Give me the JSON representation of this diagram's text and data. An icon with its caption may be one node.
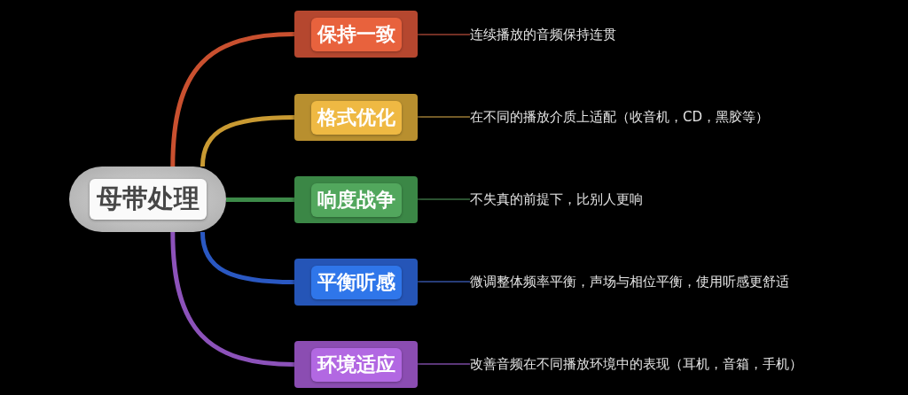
{
  "diagram": {
    "nodes": [
      {
        "text": [
          "母带处理"
        ]
      },
      {
        "text": [
          "保持一致"
        ]
      },
      {
        "text": [
          "连续播放的音频保持连贯"
        ]
      },
      {
        "text": [
          "格式优化"
        ]
      },
      {
        "text": [
          "在不同的播放介质上适配（收音机，CD，黑胶等）"
        ]
      },
      {
        "text": [
          "响度战争"
        ]
      },
      {
        "text": [
          "不失真的前提下，比别人更响"
        ]
      },
      {
        "text": [
          "平衡听感"
        ]
      },
      {
        "text": [
          "微调整体频率平衡，声场与相位平衡，使用听感更舒适"
        ]
      },
      {
        "text": [
          "环境适应"
        ]
      },
      {
        "text": [
          "改善音频在不同播放环境中的表现（耳机，音箱，手机）"
        ]
      }
    ],
    "edges": [
      {
        "from": 0,
        "to": 1,
        "arrow": "none",
        "style": "thick",
        "color": "#c9502f"
      },
      {
        "from": 0,
        "to": 3,
        "arrow": "none",
        "style": "thick",
        "color": "#c99a32"
      },
      {
        "from": 0,
        "to": 5,
        "arrow": "none",
        "style": "thick",
        "color": "#3d8a49"
      },
      {
        "from": 0,
        "to": 7,
        "arrow": "none",
        "style": "thick",
        "color": "#2a58c2"
      },
      {
        "from": 0,
        "to": 9,
        "arrow": "none",
        "style": "thick",
        "color": "#8c52ba"
      },
      {
        "from": 1,
        "to": 2,
        "arrow": "none",
        "color": "#9a4030"
      },
      {
        "from": 3,
        "to": 4,
        "arrow": "none",
        "color": "#9a7a34"
      },
      {
        "from": 5,
        "to": 6,
        "arrow": "none",
        "color": "#3a6e42"
      },
      {
        "from": 7,
        "to": 8,
        "arrow": "none",
        "color": "#3450a0"
      },
      {
        "from": 9,
        "to": 10,
        "arrow": "none",
        "color": "#7a4aa0"
      }
    ]
  }
}
